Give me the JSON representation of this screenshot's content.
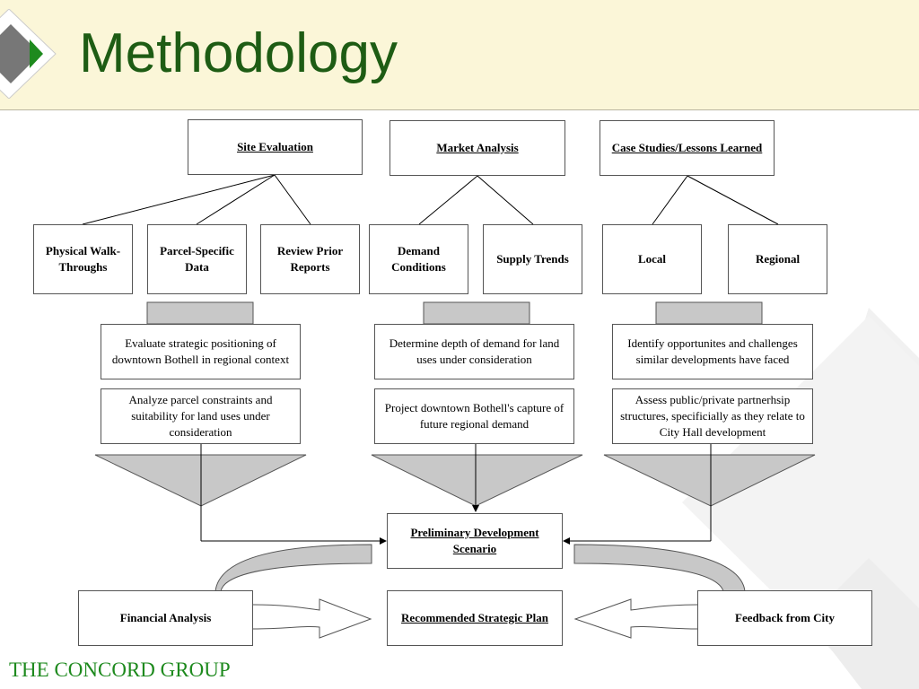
{
  "slide": {
    "title": "Methodology",
    "footer": "THE CONCORD GROUP"
  },
  "colors": {
    "title": "#1e5c14",
    "footer": "#1e8a1e",
    "header_bg": "#fbf6d8",
    "funnel_fill": "#c8c8c8",
    "logo_gray": "#777777",
    "logo_green": "#1e8a1e"
  },
  "logo": {
    "icon": "diamond-arrow-logo"
  },
  "columns": {
    "site": {
      "heading": "Site Evaluation",
      "subs": [
        "Physical Walk-Throughs",
        "Parcel-Specific Data",
        "Review Prior Reports"
      ],
      "desc1": "Evaluate strategic positioning of downtown Bothell in regional context",
      "desc2": "Analyze parcel constraints and suitability for land uses under consideration"
    },
    "market": {
      "heading": "Market Analysis",
      "subs": [
        "Demand Conditions",
        "Supply Trends"
      ],
      "desc1": "Determine depth of demand for land uses under consideration",
      "desc2": "Project downtown Bothell's capture of future regional demand"
    },
    "cases": {
      "heading": "Case Studies/Lessons Learned",
      "subs": [
        "Local",
        "Regional"
      ],
      "desc1": "Identify opportunites and challenges similar developments have faced",
      "desc2": "Assess public/private partnerhsip structures, specificially as they relate to City Hall development"
    }
  },
  "bottom": {
    "preliminary": "Preliminary Development Scenario",
    "financial": "Financial Analysis",
    "recommended": "Recommended Strategic Plan",
    "feedback": "Feedback from City"
  }
}
